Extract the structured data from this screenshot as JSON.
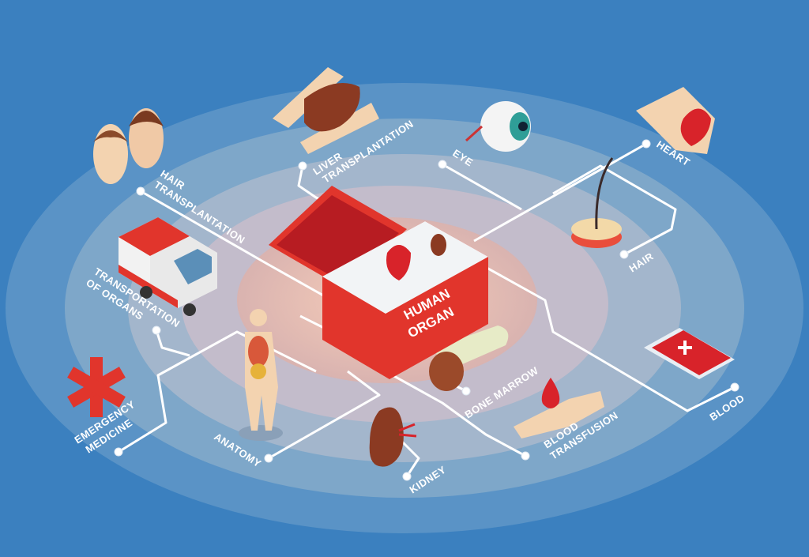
{
  "center": {
    "box_line1": "HUMAN",
    "box_line2": "ORGAN"
  },
  "labels": {
    "hair_transplantation": [
      "HAIR",
      "TRANSPLANTATION"
    ],
    "liver_transplantation": [
      "LIVER",
      "TRANSPLANTATION"
    ],
    "eye": "EYE",
    "heart": "HEART",
    "hair": "HAIR",
    "blood": "BLOOD",
    "blood_transfusion": [
      "BLOOD",
      "TRANSFUSION"
    ],
    "bone_marrow": "BONE MARROW",
    "kidney": "KIDNEY",
    "anatomy": "ANATOMY",
    "emergency_medicine": [
      "EMERGENCY",
      "MEDICINE"
    ],
    "transportation_of_organs": [
      "TRANSPORTATION",
      "OF ORGANS"
    ]
  },
  "colors": {
    "background": "#3b80bf",
    "accent_red": "#d8232a",
    "wire": "#ffffff"
  }
}
